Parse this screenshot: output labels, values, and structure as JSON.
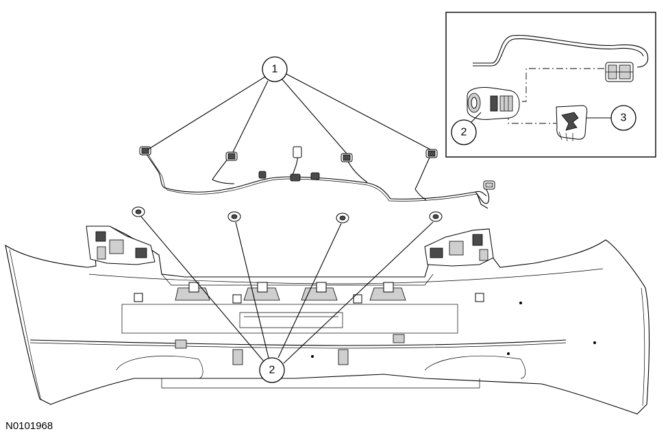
{
  "callouts": {
    "harness": "1",
    "sensor_main": "2",
    "sensor_detail": "2",
    "retainer": "3"
  },
  "figure_id": "N0101968"
}
